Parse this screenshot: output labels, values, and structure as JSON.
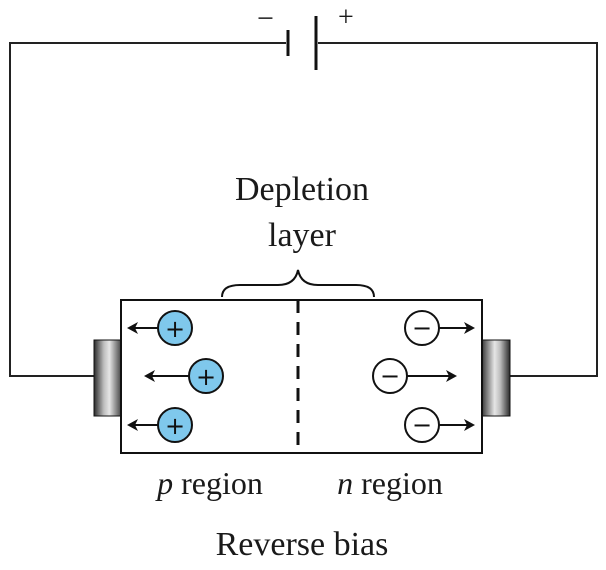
{
  "battery": {
    "negative_sign": "−",
    "positive_sign": "+"
  },
  "depletion": {
    "line1": "Depletion",
    "line2": "layer"
  },
  "regions": {
    "p_letter": "p",
    "p_word": " region",
    "n_letter": "n",
    "n_word": " region"
  },
  "caption": "Reverse bias",
  "carriers": {
    "hole_symbol": "+",
    "electron_symbol": "−",
    "hole_color": "#7fc8ec",
    "electron_color": "#ffffff"
  }
}
